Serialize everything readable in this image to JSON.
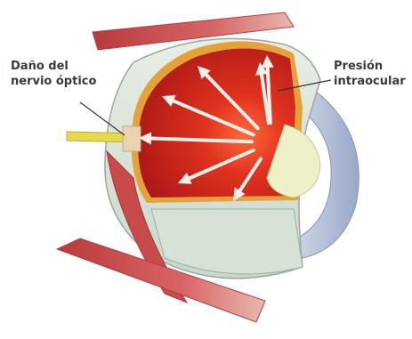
{
  "labels": {
    "nerve_damage": [
      "Daño del",
      "nervio óptico"
    ],
    "pressure": [
      "Presión",
      "intraocular"
    ]
  },
  "colors": {
    "retina_red": "#c41d1d",
    "retina_light": "#f05a3a",
    "muscle": "#c84b4b",
    "sclera": "#d9e4d8",
    "lens": "#eef0c8",
    "nerve": "#e6d84a",
    "arrow": "#f7efea"
  },
  "pressure_arrows": 7
}
